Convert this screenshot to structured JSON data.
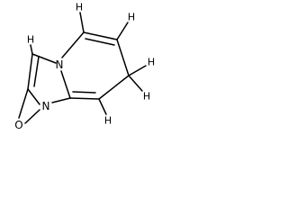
{
  "molecule": {
    "atoms": {
      "n_ring": "N",
      "n_bridge": "N",
      "o_epoxide": "O",
      "h_c3": "H",
      "h_c5": "H",
      "h_c6": "H",
      "h_c7a": "H",
      "h_c7b": "H",
      "h_c8": "H"
    },
    "colors": {
      "bond": "#000000",
      "label": "#000000",
      "background": "#ffffff"
    }
  }
}
